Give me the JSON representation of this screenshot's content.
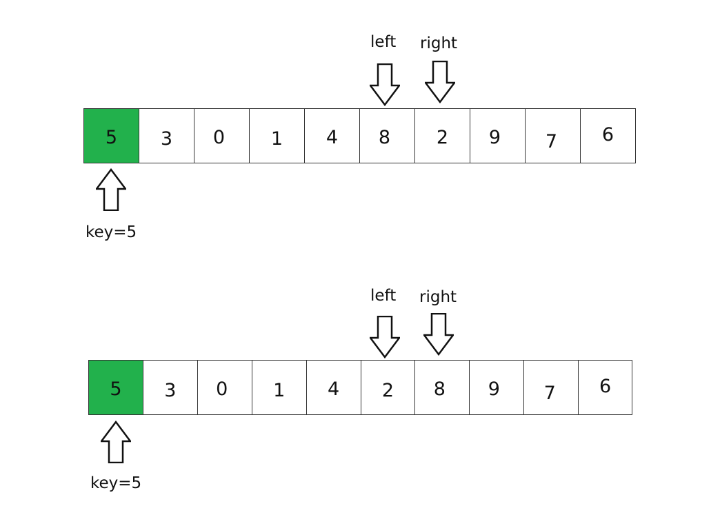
{
  "diagrams": [
    {
      "cells": [
        {
          "value": "5",
          "pivot": true
        },
        {
          "value": "3",
          "pivot": false
        },
        {
          "value": "0",
          "pivot": false
        },
        {
          "value": "1",
          "pivot": false
        },
        {
          "value": "4",
          "pivot": false
        },
        {
          "value": "8",
          "pivot": false
        },
        {
          "value": "2",
          "pivot": false
        },
        {
          "value": "9",
          "pivot": false
        },
        {
          "value": "7",
          "pivot": false
        },
        {
          "value": "6",
          "pivot": false
        }
      ],
      "left_label": "left",
      "right_label": "right",
      "key_label": "key=5"
    },
    {
      "cells": [
        {
          "value": "5",
          "pivot": true
        },
        {
          "value": "3",
          "pivot": false
        },
        {
          "value": "0",
          "pivot": false
        },
        {
          "value": "1",
          "pivot": false
        },
        {
          "value": "4",
          "pivot": false
        },
        {
          "value": "2",
          "pivot": false
        },
        {
          "value": "8",
          "pivot": false
        },
        {
          "value": "9",
          "pivot": false
        },
        {
          "value": "7",
          "pivot": false
        },
        {
          "value": "6",
          "pivot": false
        }
      ],
      "left_label": "left",
      "right_label": "right",
      "key_label": "key=5"
    }
  ],
  "colors": {
    "pivot": "#22b14c",
    "cell": "#ffffff",
    "border": "#333333"
  },
  "icons": {
    "down_arrow": "down-arrow-icon",
    "up_arrow": "up-arrow-icon"
  }
}
